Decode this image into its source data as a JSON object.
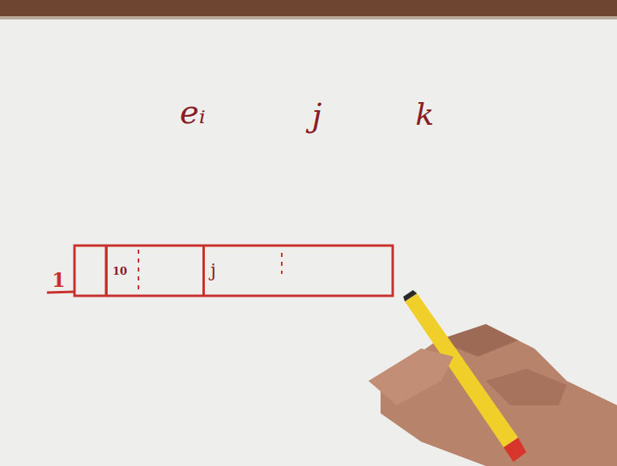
{
  "diagram": {
    "nodes": [
      {
        "text": [
          "10"
        ]
      },
      {
        "text": [
          "j"
        ]
      }
    ],
    "labels": [
      "eᵢ",
      "j",
      "k",
      "1"
    ]
  }
}
